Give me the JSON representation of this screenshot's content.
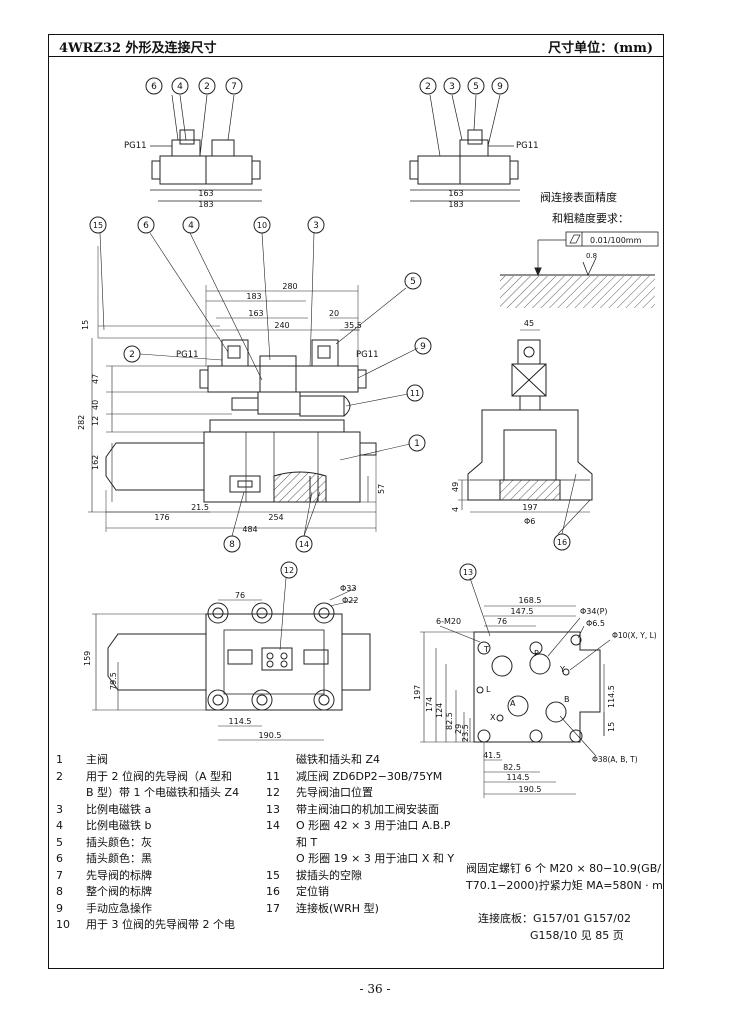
{
  "header": {
    "title": "4WRZ32 外形及连接尺寸",
    "unit": "尺寸单位：(mm)"
  },
  "drawing": {
    "top_left": {
      "balloons": [
        "6",
        "4",
        "2",
        "7"
      ],
      "pg_label": "PG11",
      "dims": [
        "163",
        "183"
      ]
    },
    "top_right": {
      "balloons": [
        "2",
        "3",
        "5",
        "9"
      ],
      "pg_label": "PG11",
      "dims": [
        "163",
        "183"
      ]
    },
    "surface_spec": {
      "line1": "阀连接表面精度",
      "line2": "和粗糙度要求：",
      "flatness": "0.01/100mm",
      "roughness": "0.8"
    },
    "main_view": {
      "balloons": [
        "15",
        "6",
        "4",
        "10",
        "3",
        "5",
        "2",
        "9",
        "11",
        "1",
        "8",
        "14"
      ],
      "pg_labels": [
        "PG11",
        "PG11"
      ],
      "dims_top": [
        "280",
        "183",
        "163",
        "20",
        "240",
        "35.5"
      ],
      "dims_left": [
        "15",
        "47",
        "40",
        "12",
        "282",
        "162"
      ],
      "dims_bottom": [
        "176",
        "21.5",
        "254",
        "484"
      ],
      "dims_right": [
        "57"
      ]
    },
    "side_view": {
      "balloons": [
        "16"
      ],
      "dims": [
        "45",
        "49",
        "4",
        "197",
        "Φ6"
      ]
    },
    "bottom_left": {
      "balloons": [
        "12"
      ],
      "dims": [
        "76",
        "Φ33",
        "Φ22",
        "159",
        "79.5",
        "114.5",
        "190.5"
      ]
    },
    "bottom_right": {
      "balloons": [
        "13"
      ],
      "dims_top": [
        "168.5",
        "147.5",
        "76"
      ],
      "callouts": [
        "6-M20",
        "Φ34(P)",
        "Φ6.5",
        "Φ10(X, Y, L)",
        "Φ38(A, B, T)"
      ],
      "port_labels": [
        "T",
        "P",
        "X",
        "Y",
        "L",
        "A",
        "B"
      ],
      "dims_left": [
        "197",
        "174",
        "124",
        "82.5",
        "29",
        "23.5"
      ],
      "dims_bottom": [
        "41.5",
        "82.5",
        "114.5",
        "190.5"
      ],
      "dims_right": [
        "114.5",
        "15"
      ]
    }
  },
  "legend_left": [
    {
      "num": "1",
      "text": "主阀"
    },
    {
      "num": "2",
      "text": "用于 2 位阀的先导阀（A 型和"
    },
    {
      "num": "",
      "text": "B 型）带 1 个电磁铁和插头 Z4"
    },
    {
      "num": "3",
      "text": "比例电磁铁 a"
    },
    {
      "num": "4",
      "text": "比例电磁铁 b"
    },
    {
      "num": "5",
      "text": "插头颜色：灰"
    },
    {
      "num": "6",
      "text": "插头颜色：黑"
    },
    {
      "num": "7",
      "text": "先导阀的标牌"
    },
    {
      "num": "8",
      "text": "整个阀的标牌"
    },
    {
      "num": "9",
      "text": "手动应急操作"
    },
    {
      "num": "10",
      "text": "用于 3 位阀的先导阀带 2 个电"
    }
  ],
  "legend_right": [
    {
      "num": "",
      "text": "磁铁和插头和 Z4"
    },
    {
      "num": "11",
      "text": "减压阀   ZD6DP2−30B/75YM"
    },
    {
      "num": "12",
      "text": "先导阀油口位置"
    },
    {
      "num": "13",
      "text": "带主阀油口的机加工阀安装面"
    },
    {
      "num": "14",
      "text": "O 形圈 42 × 3 用于油口 A.B.P"
    },
    {
      "num": "",
      "text": "和 T"
    },
    {
      "num": "",
      "text": "O 形圈 19 × 3 用于油口 X 和 Y"
    },
    {
      "num": "15",
      "text": "拔插头的空隙"
    },
    {
      "num": "16",
      "text": "定位销"
    },
    {
      "num": "17",
      "text": "连接板(WRH 型)"
    }
  ],
  "notes": {
    "bolt_line1": "阀固定螺钉 6 个 M20 × 80−10.9(GB/",
    "bolt_line2": "T70.1−2000)拧紧力矩 MA=580N · m",
    "plate_line1": "连接底板：G157/01   G157/02",
    "plate_line2": "G158/10   见 85 页"
  },
  "page_number": "- 36 -"
}
